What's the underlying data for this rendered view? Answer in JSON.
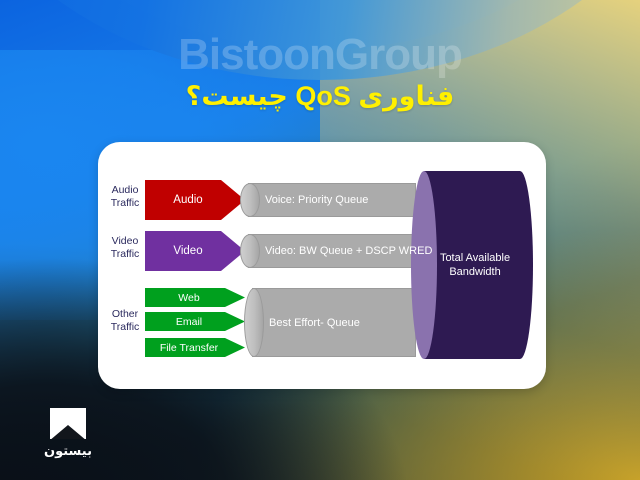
{
  "slide": {
    "watermark": "BistoonGroup",
    "title": "فناوری QoS چیست؟"
  },
  "diagram": {
    "traffic_labels": [
      {
        "id": "audio-traffic",
        "text": "Audio\nTraffic",
        "line1": "Audio",
        "line2": "Traffic"
      },
      {
        "id": "video-traffic",
        "text": "Video\nTraffic",
        "line1": "Video",
        "line2": "Traffic"
      },
      {
        "id": "other-traffic",
        "text": "Other\nTraffic",
        "line1": "Other",
        "line2": "Traffic"
      }
    ],
    "arrows": [
      {
        "id": "audio-arrow",
        "label": "Audio",
        "color": "#C00000"
      },
      {
        "id": "video-arrow",
        "label": "Video",
        "color": "#7030A0"
      },
      {
        "id": "web-arrow",
        "label": "Web",
        "color": "#00A01E"
      },
      {
        "id": "email-arrow",
        "label": "Email",
        "color": "#00A01E"
      },
      {
        "id": "file-transfer-arrow",
        "label": "File Transfer",
        "color": "#00A01E"
      }
    ],
    "queues": [
      {
        "id": "voice-queue",
        "label": "Voice: Priority Queue",
        "color": "#ABABAB"
      },
      {
        "id": "video-queue",
        "label": "Video: BW Queue + DSCP WRED",
        "color": "#ABABAB"
      },
      {
        "id": "best-effort-queue",
        "label": "Best Effort- Queue",
        "color": "#ABABAB"
      }
    ],
    "bandwidth": {
      "line1": "Total Available",
      "line2": "Bandwidth",
      "color": "#2E1A52"
    }
  },
  "logo": {
    "name": "بیستون",
    "mark": "mountain-icon"
  },
  "colors": {
    "title": "#FFF000",
    "card": "#FFFFFF",
    "label_text": "#2B2A5E",
    "accent_blue": "#1A7FE8",
    "accent_gold": "#E3D78F"
  }
}
